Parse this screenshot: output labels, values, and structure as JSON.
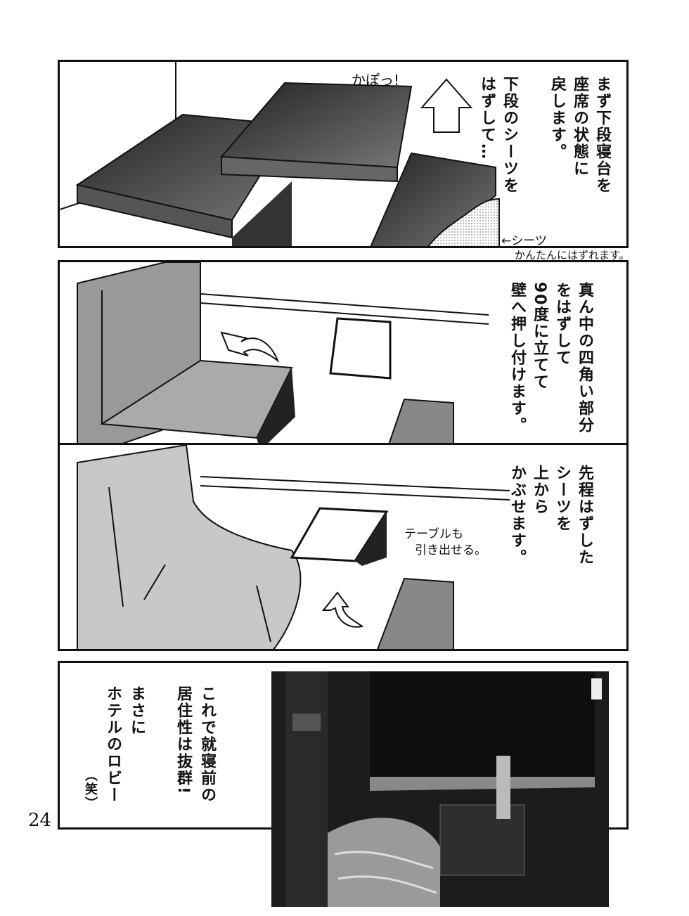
{
  "page_number": "24",
  "panels": [
    {
      "narration": [
        "まず下段寝台を",
        "座席の状態に",
        "戻します。",
        "下段のシーツを",
        "はずして…"
      ],
      "sfx": "かぽっ!",
      "note_arrow": "←シーツ",
      "note_caption": "かんたんにはずれます。"
    },
    {
      "narration": [
        "真ん中の四角い部分",
        "をはずして",
        "90度に立てて",
        "壁へ押し付けます。"
      ]
    },
    {
      "narration": [
        "先程はずした",
        "シーツを",
        "上から",
        "かぶせます。"
      ],
      "note": [
        "テーブルも",
        "引き出せる。"
      ]
    },
    {
      "narration": [
        "これで就寝前の",
        "居住性は抜群!",
        "まさに",
        "ホテルのロビー",
        "（笑）"
      ]
    }
  ]
}
